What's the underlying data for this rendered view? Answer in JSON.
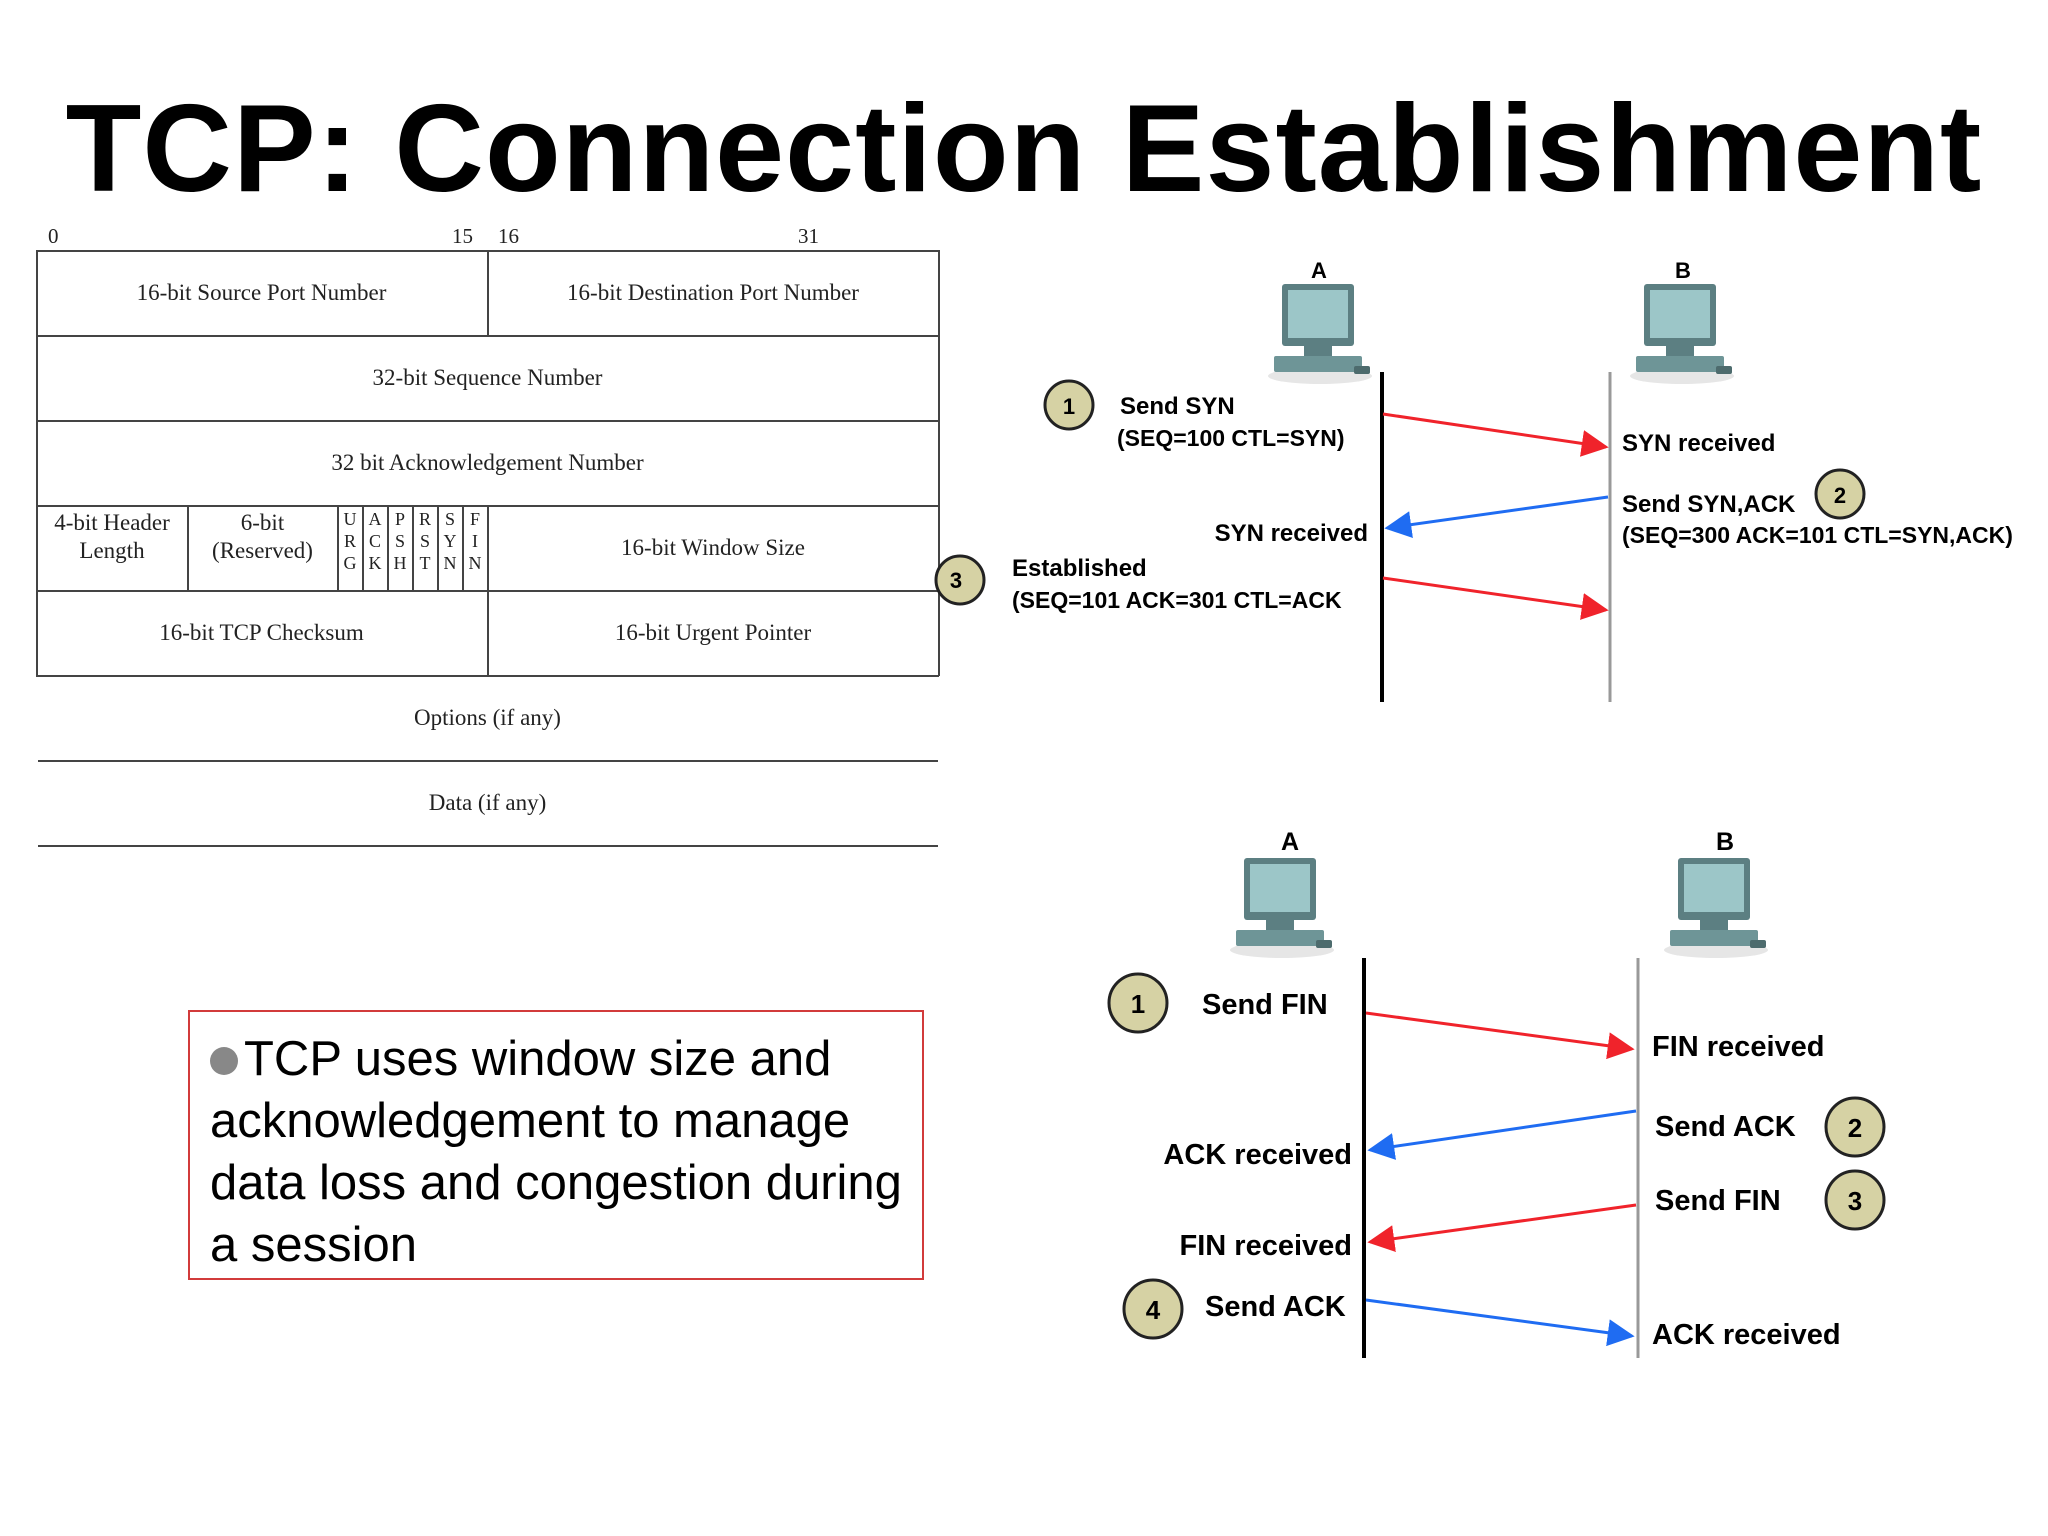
{
  "title": "TCP: Connection Establishment",
  "tcp_header": {
    "bits": {
      "b0": "0",
      "b15": "15",
      "b16": "16",
      "b31": "31"
    },
    "source_port": "16-bit Source Port Number",
    "dest_port": "16-bit Destination Port Number",
    "sequence": "32-bit Sequence Number",
    "ack_number": "32 bit Acknowledgement Number",
    "header_length": "4-bit Header Length",
    "reserved": "6-bit (Reserved)",
    "flags": [
      {
        "l1": "U",
        "l2": "R",
        "l3": "G"
      },
      {
        "l1": "A",
        "l2": "C",
        "l3": "K"
      },
      {
        "l1": "P",
        "l2": "S",
        "l3": "H"
      },
      {
        "l1": "R",
        "l2": "S",
        "l3": "T"
      },
      {
        "l1": "S",
        "l2": "Y",
        "l3": "N"
      },
      {
        "l1": "F",
        "l2": "I",
        "l3": "N"
      }
    ],
    "window": "16-bit Window Size",
    "checksum": "16-bit TCP Checksum",
    "urgent": "16-bit Urgent Pointer",
    "options": "Options (if any)",
    "data": "Data (if any)"
  },
  "note": {
    "text": "TCP uses window size and acknowledgement to manage data loss and congestion during a session",
    "border_color": "#d23b3b"
  },
  "handshake": {
    "host_a": "A",
    "host_b": "B",
    "step1_num": "1",
    "step1_label": "Send SYN",
    "step1_detail": "(SEQ=100 CTL=SYN)",
    "b_syn_received": "SYN received",
    "step2_num": "2",
    "step2_label": "Send SYN,ACK",
    "step2_detail": "(SEQ=300 ACK=101 CTL=SYN,ACK)",
    "a_syn_received": "SYN received",
    "step3_num": "3",
    "step3_label": "Established",
    "step3_detail": "(SEQ=101 ACK=301 CTL=ACK"
  },
  "teardown": {
    "host_a": "A",
    "host_b": "B",
    "step1_num": "1",
    "step1_label": "Send FIN",
    "b_fin_received": "FIN received",
    "step2_num": "2",
    "step2_label": "Send ACK",
    "a_ack_received": "ACK received",
    "step3_num": "3",
    "step3_label": "Send FIN",
    "a_fin_received": "FIN received",
    "step4_num": "4",
    "step4_label": "Send ACK",
    "b_ack_received": "ACK received"
  },
  "colors": {
    "arrow_red": "#f0232b",
    "arrow_blue": "#1f6cf2",
    "circle_fill": "#d6d2a4",
    "computer_body": "#7fa7ab"
  }
}
